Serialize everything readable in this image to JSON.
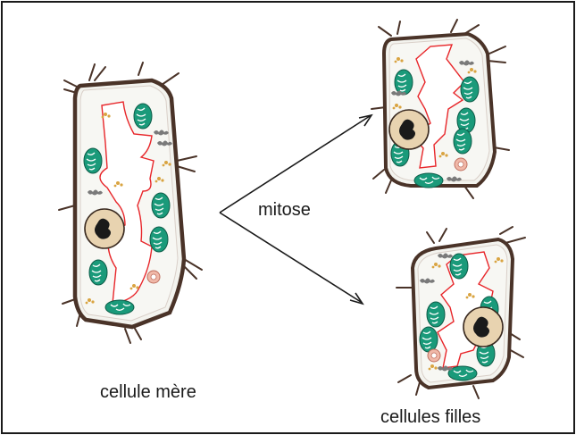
{
  "labels": {
    "mother_cell": "cellule mère",
    "daughter_cells": "cellules filles",
    "process": "mitose"
  },
  "colors": {
    "cell_wall": "#5a3b2e",
    "vacuole": "#e8262a",
    "chloroplast": "#1a9a7a",
    "nucleus": "#e8d3b0",
    "nucleolus": "#1a1a1a",
    "cytoplasm": "#f3f3ee",
    "organelle_gold": "#d9a441",
    "organelle_grey": "#808080",
    "mitochondrion": "#e0a090"
  }
}
